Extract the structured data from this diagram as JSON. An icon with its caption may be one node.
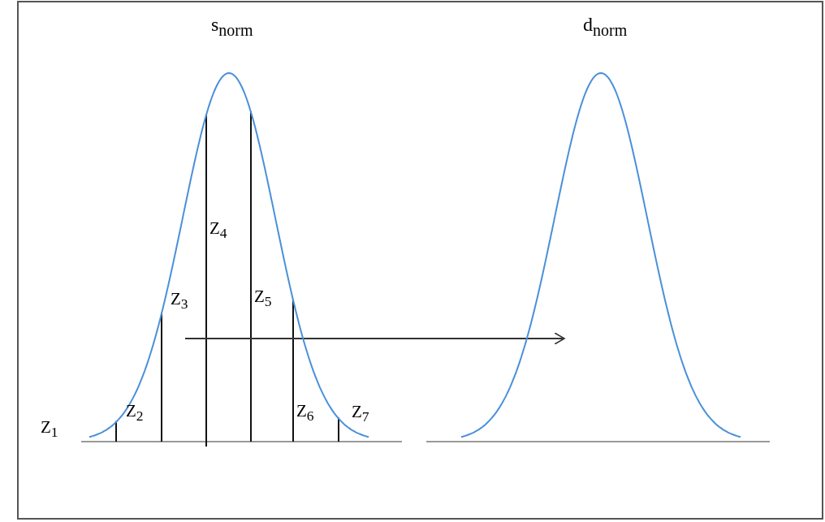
{
  "diagram": {
    "nodes": [
      {
        "text": [
          "s$_{norm}$"
        ]
      },
      {
        "text": [
          "d$_{norm}$"
        ]
      }
    ],
    "edges": [
      {
        "from": 0,
        "to": 1,
        "arrow": "to"
      }
    ],
    "labels": [
      "Z$_{1}$",
      "Z$_{2}$",
      "Z$_{3}$",
      "Z$_{4}$",
      "Z$_{5}$",
      "Z$_{6}$",
      "Z$_{7}$"
    ]
  }
}
